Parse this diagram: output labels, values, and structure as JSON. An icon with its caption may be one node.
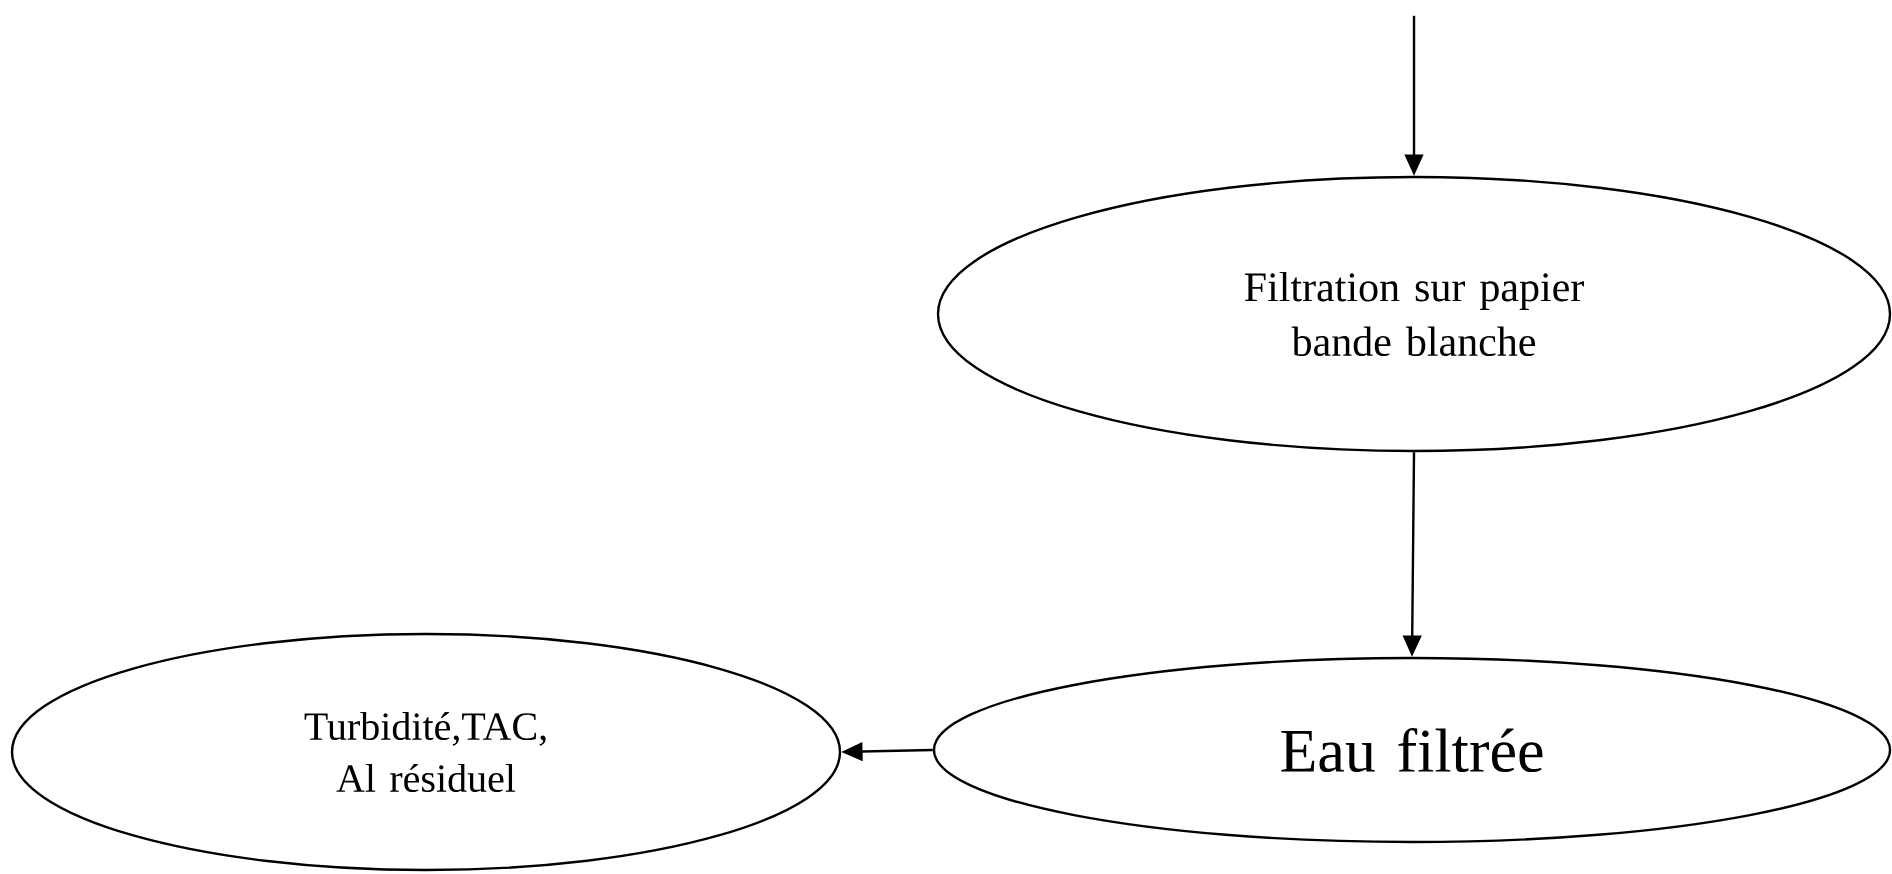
{
  "diagram": {
    "nodes": [
      {
        "text": [
          "Filtration sur papier bande blanche"
        ]
      },
      {
        "text": [
          "Eau filtrée"
        ]
      },
      {
        "text": [
          "Turbidité,TAC, Al résiduel"
        ]
      }
    ],
    "edges": [
      {
        "from": null,
        "to": 0,
        "arrow": "to"
      },
      {
        "from": 0,
        "to": 1,
        "arrow": "to"
      },
      {
        "from": 1,
        "to": 2,
        "arrow": "to"
      }
    ]
  }
}
